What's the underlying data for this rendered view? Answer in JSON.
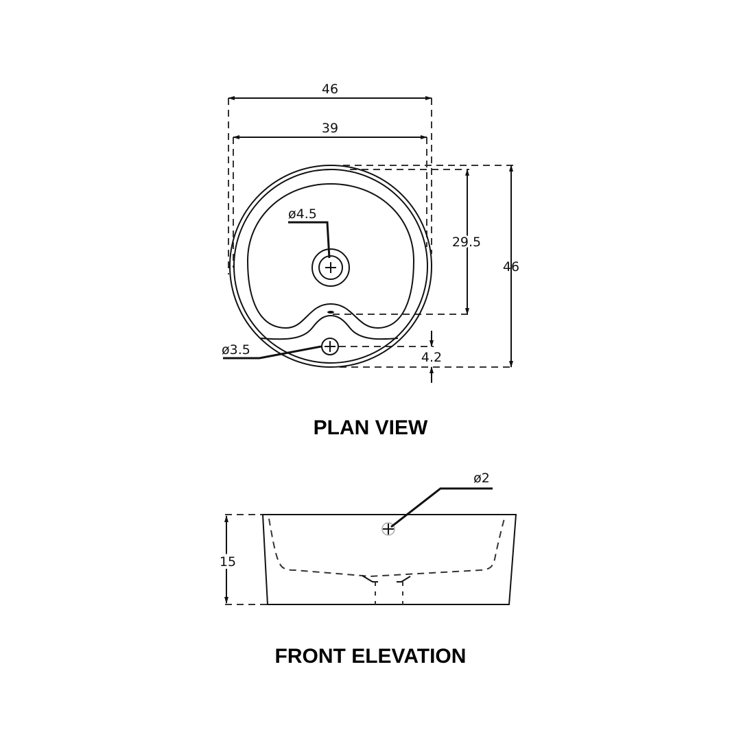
{
  "plan_view": {
    "title": "PLAN VIEW",
    "dimensions": {
      "overall_width": "46",
      "inner_width": "39",
      "overall_depth": "46",
      "bowl_depth": "29.5",
      "overflow_offset": "4.2",
      "drain_diameter": "ø4.5",
      "overflow_diameter": "ø3.5"
    }
  },
  "front_elevation": {
    "title": "FRONT ELEVATION",
    "dimensions": {
      "height": "15",
      "overflow_diameter": "ø2"
    }
  }
}
